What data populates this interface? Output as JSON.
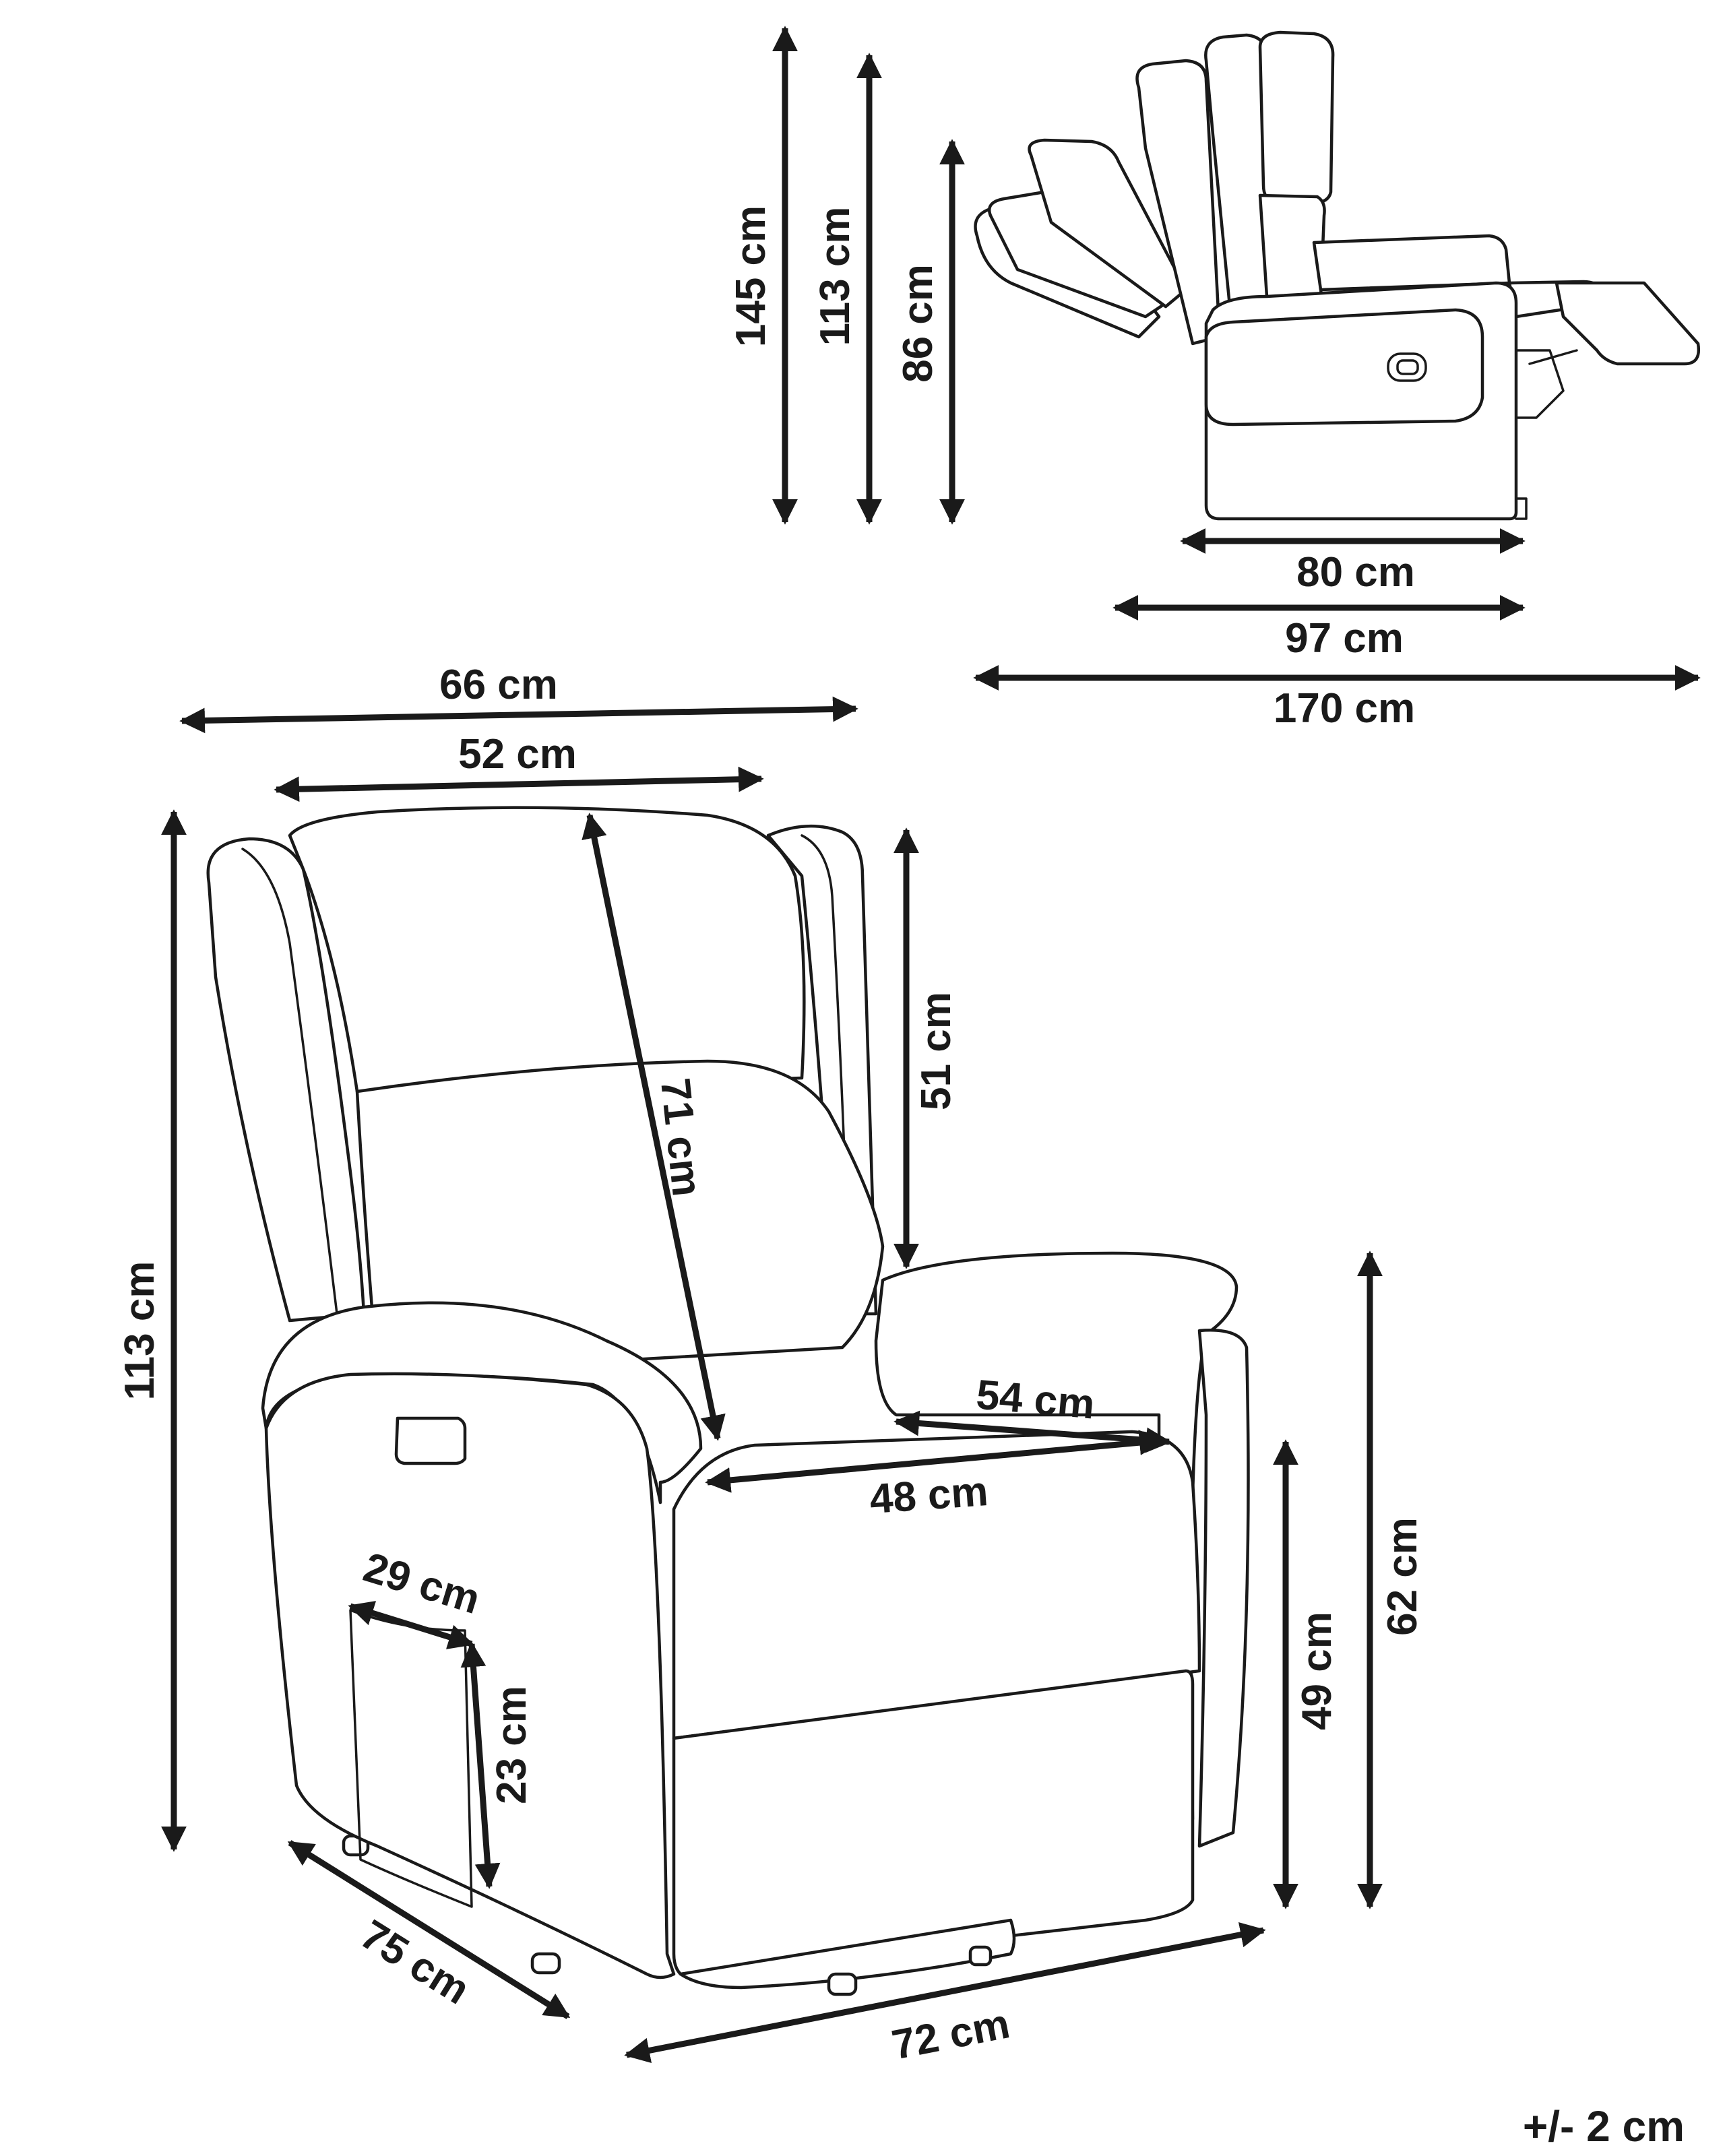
{
  "side_view": {
    "heights": {
      "h145": "145 cm",
      "h113": "113 cm",
      "h86": "86 cm"
    },
    "widths": {
      "w80": "80 cm",
      "w97": "97 cm",
      "w170": "170 cm"
    }
  },
  "front_view": {
    "total_width": "66 cm",
    "back_width": "52 cm",
    "total_height": "113 cm",
    "back_height": "71 cm",
    "headrest_height": "51 cm",
    "armrest_height": "62 cm",
    "seat_height": "49 cm",
    "seat_width": "48 cm",
    "seat_depth": "54 cm",
    "pocket_width": "29 cm",
    "pocket_height": "23 cm",
    "depth": "75 cm",
    "base_width": "72 cm"
  },
  "tolerance": "+/- 2 cm"
}
